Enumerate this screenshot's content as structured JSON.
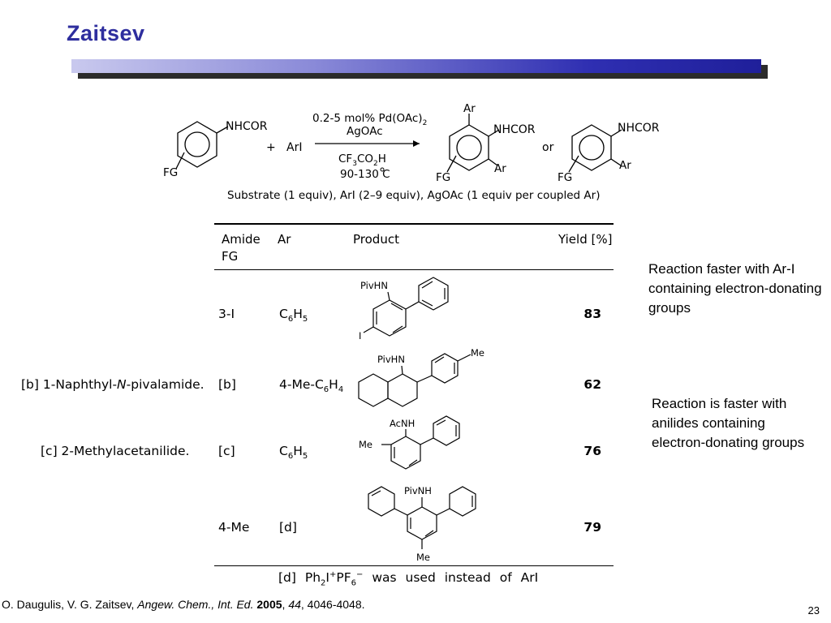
{
  "slide": {
    "title": "Zaitsev",
    "page_number": "23"
  },
  "scheme": {
    "reactant_label": "NHCOR",
    "reactant_fg": "FG",
    "plus": "+",
    "reagent": "ArI",
    "arrow_top_1": "0.2-5 mol% Pd(OAc)",
    "arrow_top_1_sub": "2",
    "arrow_top_2": "AgOAc",
    "arrow_bottom_1a": "CF",
    "arrow_bottom_1b": "3",
    "arrow_bottom_1c": "CO",
    "arrow_bottom_1d": "2",
    "arrow_bottom_1e": "H",
    "arrow_bottom_2": "90-130  C",
    "product1_nh": "NHCOR",
    "product1_ar_top": "Ar",
    "product1_ar_bottom": "Ar",
    "product1_fg": "FG",
    "or_text": "or",
    "product2_nh": "NHCOR",
    "product2_ar": "Ar",
    "product2_fg": "FG",
    "conditions": "Substrate (1 equiv), ArI (2–9 equiv), AgOAc (1 equiv per coupled Ar)"
  },
  "table": {
    "headers": {
      "amide_fg_1": "Amide",
      "amide_fg_2": "FG",
      "ar": "Ar",
      "product": "Product",
      "yield": "Yield [%]"
    },
    "rows": [
      {
        "fg": "3-I",
        "ar_main": "C",
        "ar_sub1": "6",
        "ar_mid": "H",
        "ar_sub2": "5",
        "yield": "83",
        "struct_label_1": "PivHN",
        "struct_label_2": "I"
      },
      {
        "fg": "[b]",
        "ar_main": "4-Me-C",
        "ar_sub1": "6",
        "ar_mid": "H",
        "ar_sub2": "4",
        "yield": "62",
        "struct_label_1": "PivHN",
        "struct_label_2": "Me"
      },
      {
        "fg": "[c]",
        "ar_main": "C",
        "ar_sub1": "6",
        "ar_mid": "H",
        "ar_sub2": "5",
        "yield": "76",
        "struct_label_1": "AcNH",
        "struct_label_2": "Me"
      },
      {
        "fg": "4-Me",
        "ar_main": "[d]",
        "ar_sub1": "",
        "ar_mid": "",
        "ar_sub2": "",
        "yield": "79",
        "struct_label_1": "PivNH",
        "struct_label_2": "Me"
      }
    ],
    "footnote_d_1": "[d] Ph",
    "footnote_d_2": "2",
    "footnote_d_3": "I",
    "footnote_d_4": "+",
    "footnote_d_5": "PF",
    "footnote_d_6": "6",
    "footnote_d_7": "−",
    "footnote_d_8": "  was  used  instead  of  ArI"
  },
  "left_notes": {
    "b_prefix": "[b] 1-Naphthyl-",
    "b_italic": "N",
    "b_suffix": "-pivalamide.",
    "c_text": "[c] 2-Methylacetanilide."
  },
  "side_notes": {
    "note1": "Reaction faster with Ar-I containing electron-donating groups",
    "note2": "Reaction is faster with anilides containing electron-donating groups"
  },
  "citation": {
    "authors": "O. Daugulis, V. G. Zaitsev, ",
    "journal": "Angew. Chem., Int. Ed.",
    "year": "2005",
    "volume": "44",
    "pages": ", 4046-4048."
  },
  "colors": {
    "title": "#2e2e9e",
    "bar_dark": "#1f1f9a",
    "bar_light": "#c9c9ee"
  }
}
